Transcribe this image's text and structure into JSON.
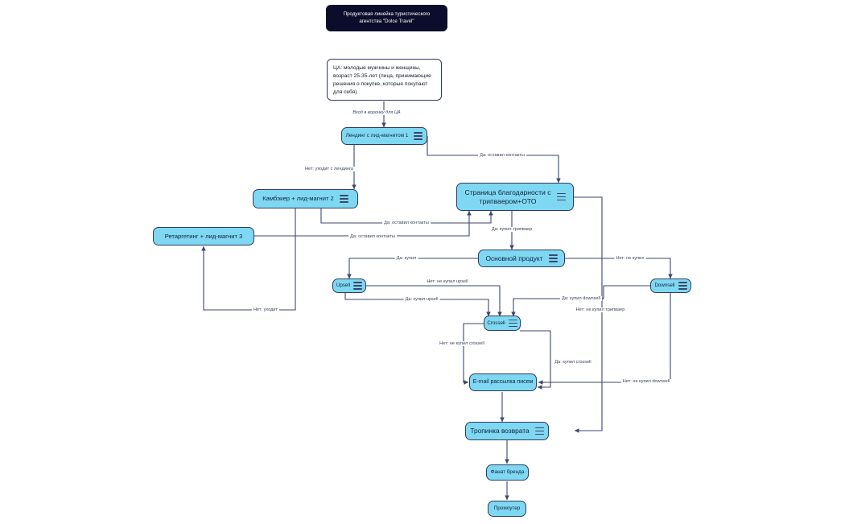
{
  "title_banner": {
    "text": "Продуктовая линейка туристического\nагентства \"Dolce Travel\"",
    "bg": "#0c0c2c",
    "color": "#ffffff"
  },
  "audience": {
    "text": "ЦА: молодые мужчины и женщины,\nвозраст 25-35-лет (лица, принимающие\nрешения о покупке, которые покупают\nдля себя)"
  },
  "theme": {
    "node_fill": "#7FD8F2",
    "node_border": "#2e3a62",
    "edge_color": "#3d466b",
    "label_color": "#3a4360",
    "page_bg": "#ffffff"
  },
  "chart_data": {
    "type": "diagram",
    "title": "Продуктовая линейка туристического агентства \"Dolce Travel\"",
    "nodes": [
      {
        "id": "landing",
        "label": "Лендинг с лид-магнитом 1",
        "menu": true
      },
      {
        "id": "comeback",
        "label": "Камбэкер + лид-магнит 2",
        "menu": true
      },
      {
        "id": "retarget",
        "label": "Ретаргетинг + лид-магнит 3",
        "menu": false
      },
      {
        "id": "thanks",
        "label": "Страница благодарности с\nтрипваером+ОТО",
        "menu": true
      },
      {
        "id": "main",
        "label": "Основной продукт",
        "menu": true
      },
      {
        "id": "upsell",
        "label": "Upsell",
        "menu": true
      },
      {
        "id": "downsell",
        "label": "Downsell",
        "menu": true
      },
      {
        "id": "crossell",
        "label": "Crossell",
        "menu": true
      },
      {
        "id": "email",
        "label": "E-mail рассылка писем",
        "menu": false
      },
      {
        "id": "return",
        "label": "Тропинка возврата",
        "menu": true
      },
      {
        "id": "fan",
        "label": "Фанат бренда",
        "menu": false
      },
      {
        "id": "promoter",
        "label": "Промоутер",
        "menu": false
      }
    ],
    "edges": [
      {
        "from": "audience",
        "to": "landing",
        "label": "Вход в воронку для ЦА"
      },
      {
        "from": "landing",
        "to": "thanks",
        "label": "Да: оставил контакты"
      },
      {
        "from": "landing",
        "to": "comeback",
        "label": "Нет: уходит с лендинга"
      },
      {
        "from": "comeback",
        "to": "thanks",
        "label": "Да: оставил контакты"
      },
      {
        "from": "retarget",
        "to": "thanks",
        "label": "Да: оставил контакты"
      },
      {
        "from": "thanks",
        "to": "main",
        "label": "Да: купил трипваер"
      },
      {
        "from": "main",
        "to": "upsell",
        "label": "Да: купил"
      },
      {
        "from": "main",
        "to": "downsell",
        "label": "Нет: не купил"
      },
      {
        "from": "upsell",
        "to": "crossell",
        "label": "Нет: не купил upsell"
      },
      {
        "from": "upsell",
        "to": "crossell",
        "label": "Да: купил upsell"
      },
      {
        "from": "downsell",
        "to": "crossell",
        "label": "Да: купил downsell"
      },
      {
        "from": "thanks",
        "to": "return",
        "label": "Нет: не купил трипваер"
      },
      {
        "from": "crossell",
        "to": "email",
        "label": "Нет: не купил crossell"
      },
      {
        "from": "crossell",
        "to": "email",
        "label": "Да: купил crossell"
      },
      {
        "from": "downsell",
        "to": "email",
        "label": "Нет: не купил downsell"
      },
      {
        "from": "upsell",
        "to": "retarget",
        "label": "Нет: уходит"
      },
      {
        "from": "email",
        "to": "return",
        "label": ""
      },
      {
        "from": "return",
        "to": "fan",
        "label": ""
      },
      {
        "from": "fan",
        "to": "promoter",
        "label": ""
      }
    ]
  },
  "nodes": {
    "landing": {
      "label": "Лендинг с лид-магнитом 1"
    },
    "comeback": {
      "label": "Камбэкер + лид-магнит 2"
    },
    "retarget": {
      "label": "Ретаргетинг + лид-магнит 3"
    },
    "thanks": {
      "label": "Страница благодарности с\nтрипваером+ОТО"
    },
    "main": {
      "label": "Основной продукт"
    },
    "upsell": {
      "label": "Upsell"
    },
    "downsell": {
      "label": "Downsell"
    },
    "crossell": {
      "label": "Crossell"
    },
    "email": {
      "label": "E-mail рассылка писем"
    },
    "return": {
      "label": "Тропинка возврата"
    },
    "fan": {
      "label": "Фанат бренда"
    },
    "promoter": {
      "label": "Промоутер"
    }
  },
  "edge_labels": {
    "entry": "Вход в воронку для ЦА",
    "landing_yes": "Да: оставил контакты",
    "landing_no": "Нет: уходит с лендинга",
    "comeback_yes": "Да: оставил контакты",
    "retarget_yes": "Да: оставил контакты",
    "thanks_yes": "Да: купил трипваер",
    "main_yes": "Да: купил",
    "main_no": "Нет: не купил",
    "upsell_no": "Нет: не купил upsell",
    "upsell_yes": "Да: купил upsell",
    "downsell_yes": "Да: купил downsell",
    "thanks_no": "Нет: не купил трипваер",
    "crossell_no": "Нет: не купил crossell",
    "crossell_yes": "Да: купил crossell",
    "downsell_no": "Нет: не купил downsell",
    "leaves": "Нет: уходит"
  }
}
